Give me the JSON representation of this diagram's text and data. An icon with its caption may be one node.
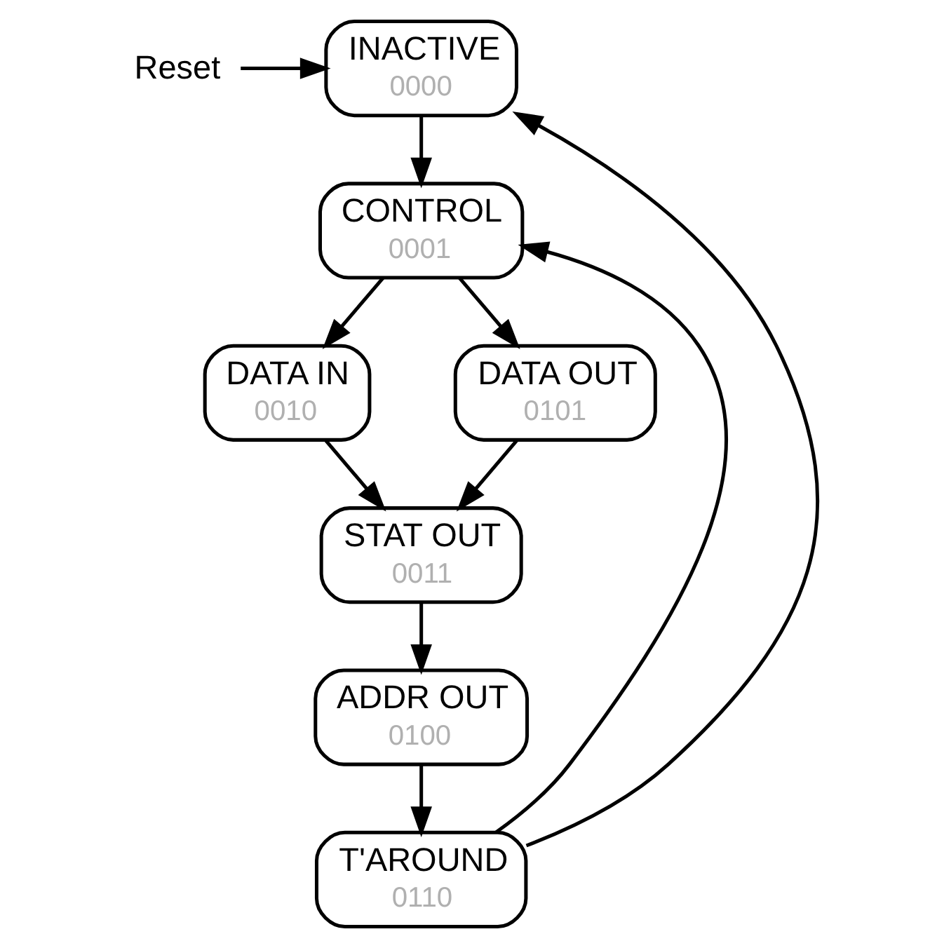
{
  "diagram": {
    "nodes": [
      {
        "text": [
          "Reset"
        ]
      },
      {
        "text": [
          "INACTIVE",
          "0000"
        ]
      },
      {
        "text": [
          "CONTROL",
          "0001"
        ]
      },
      {
        "text": [
          "DATA IN",
          "0010"
        ]
      },
      {
        "text": [
          "DATA OUT",
          "0101"
        ]
      },
      {
        "text": [
          "STAT OUT",
          "0011"
        ]
      },
      {
        "text": [
          "ADDR OUT",
          "0100"
        ]
      },
      {
        "text": [
          "T'AROUND",
          "0110"
        ]
      }
    ],
    "edges": [
      {
        "from": 0,
        "to": 1,
        "arrow": "to"
      },
      {
        "from": 1,
        "to": 2,
        "arrow": "to"
      },
      {
        "from": 2,
        "to": 3,
        "arrow": "to"
      },
      {
        "from": 2,
        "to": 4,
        "arrow": "to"
      },
      {
        "from": 3,
        "to": 5,
        "arrow": "to"
      },
      {
        "from": 4,
        "to": 5,
        "arrow": "to"
      },
      {
        "from": 5,
        "to": 6,
        "arrow": "to"
      },
      {
        "from": 6,
        "to": 7,
        "arrow": "to"
      },
      {
        "from": 7,
        "to": 1,
        "arrow": "to"
      },
      {
        "from": 7,
        "to": 2,
        "arrow": "to"
      }
    ]
  }
}
